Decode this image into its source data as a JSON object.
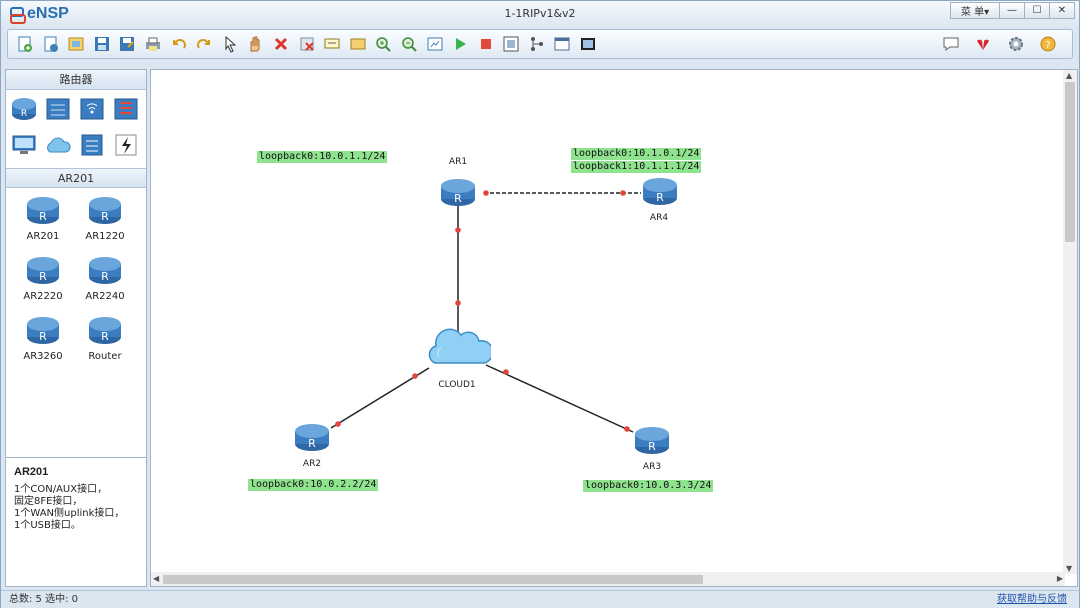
{
  "app": {
    "name": "eNSP",
    "window_title": "1-1RIPv1&v2"
  },
  "window_controls": {
    "menu": "菜 单▾",
    "min": "—",
    "max": "☐",
    "close": "✕"
  },
  "toolbar_icons": [
    "new-topology-icon",
    "new-example-icon",
    "open-icon",
    "save-icon",
    "save-as-icon",
    "print-icon",
    "undo-icon",
    "redo-icon",
    "select-icon",
    "pan-icon",
    "delete-icon",
    "delete-link-icon",
    "text-icon",
    "rectangle-icon",
    "zoom-in-icon",
    "zoom-out-icon",
    "fit-icon",
    "start-icon",
    "stop-icon",
    "capture-icon",
    "topology-icon",
    "console-icon",
    "screenshot-icon"
  ],
  "toolbar_right_icons": [
    "chat-icon",
    "huawei-icon",
    "settings-icon",
    "help-icon"
  ],
  "left_panel": {
    "category_title": "路由器",
    "categories": [
      "router-icon",
      "switch-icon",
      "wireless-icon",
      "firewall-icon",
      "pc-icon",
      "cloud-icon",
      "other-device-icon",
      "link-icon"
    ],
    "model_title": "AR201",
    "devices": [
      {
        "label": "AR201"
      },
      {
        "label": "AR1220"
      },
      {
        "label": "AR2220"
      },
      {
        "label": "AR2240"
      },
      {
        "label": "AR3260"
      },
      {
        "label": "Router"
      }
    ]
  },
  "description": {
    "title": "AR201",
    "lines": [
      "1个CON/AUX接口，",
      "固定8FE接口，",
      "1个WAN侧uplink接口，",
      "1个USB接口。"
    ]
  },
  "topology": {
    "nodes": {
      "ar1": "AR1",
      "ar2": "AR2",
      "ar3": "AR3",
      "ar4": "AR4",
      "cloud1": "CLOUD1"
    },
    "labels": {
      "ar1_lo0": "loopback0:10.0.1.1/24",
      "ar4_lo0": "loopback0:10.1.0.1/24",
      "ar4_lo1": "loopback1:10.1.1.1/24",
      "ar2_lo0": "loopback0:10.0.2.2/24",
      "ar3_lo0": "loopback0:10.0.3.3/24"
    }
  },
  "status": {
    "total": "总数: 5  选中: 0",
    "help": "获取帮助与反馈"
  },
  "colors": {
    "router_blue": "#3a7dc0",
    "label_green": "#8fe38f",
    "link": "#222222",
    "port_dot": "#e0443a"
  }
}
